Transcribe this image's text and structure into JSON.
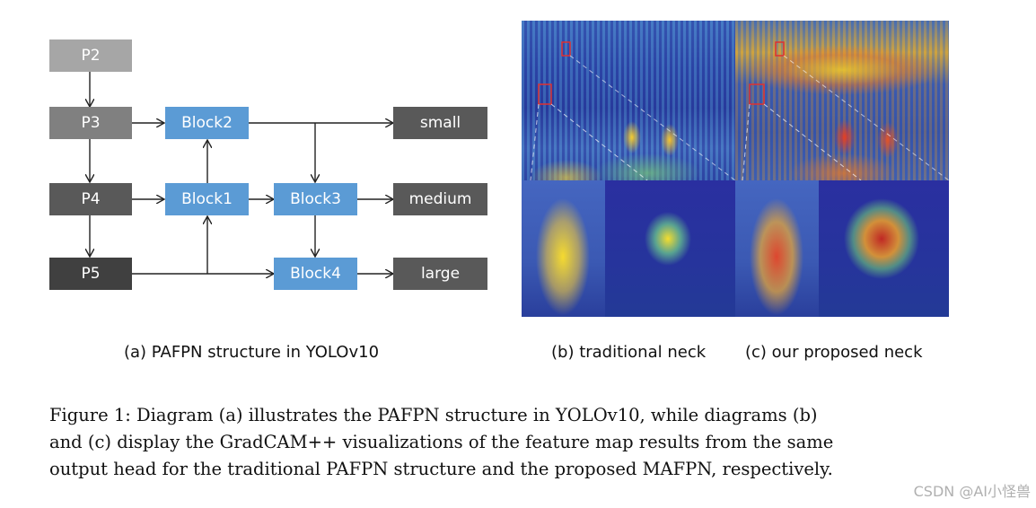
{
  "diagram": {
    "nodes": {
      "p2": "P2",
      "p3": "P3",
      "p4": "P4",
      "p5": "P5",
      "block1": "Block1",
      "block2": "Block2",
      "block3": "Block3",
      "block4": "Block4",
      "small": "small",
      "medium": "medium",
      "large": "large"
    },
    "colors": {
      "p2": "#a6a6a6",
      "p3": "#808080",
      "p4": "#595959",
      "p5": "#404040",
      "block": "#5b9bd5",
      "output": "#595959"
    }
  },
  "subcaptions": {
    "a": "(a) PAFPN structure in YOLOv10",
    "b": "(b) traditional neck",
    "c": "(c) our proposed neck"
  },
  "figure_caption": {
    "line1": "Figure 1: Diagram (a) illustrates the PAFPN structure in YOLOv10, while diagrams (b)",
    "line2": "and (c) display the GradCAM++ visualizations of the feature map results from the same",
    "line3": "output head for the traditional PAFPN structure and the proposed MAFPN, respectively."
  },
  "watermark": "CSDN @AI小怪兽"
}
